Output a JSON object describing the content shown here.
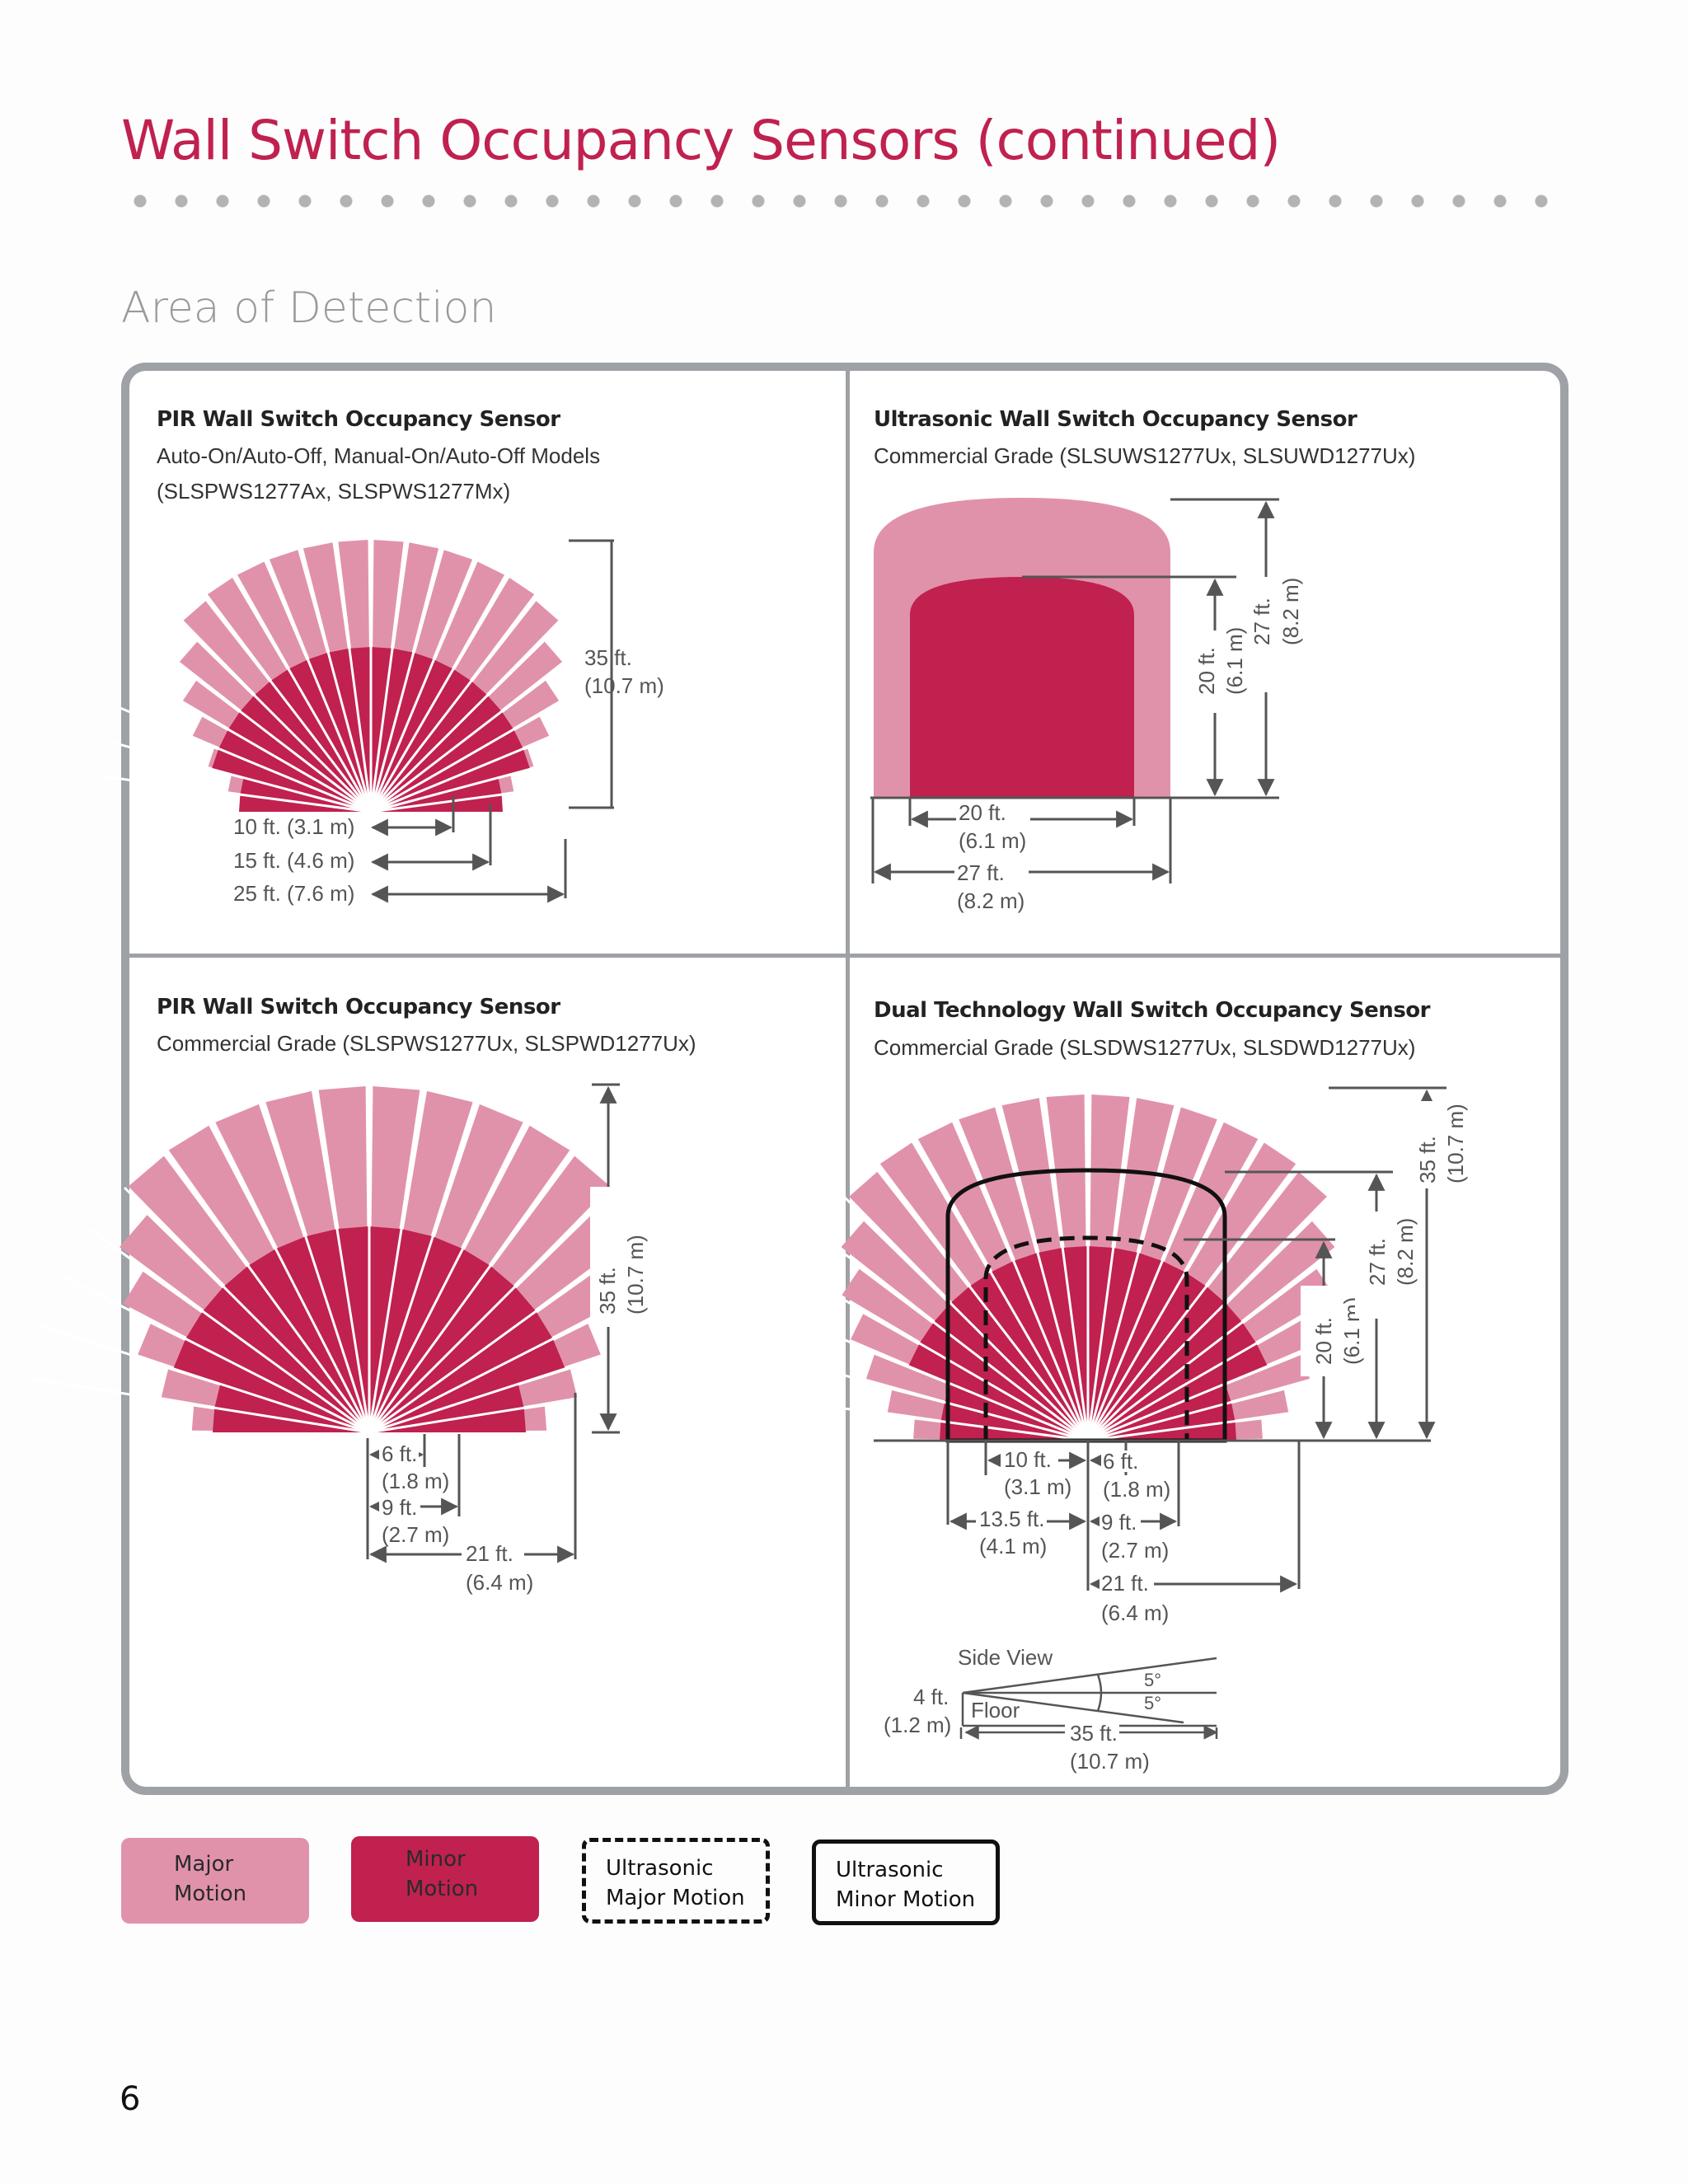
{
  "page": {
    "title": "Wall Switch Occupancy Sensors (continued)",
    "subtitle": "Area of Detection",
    "page_number": "6"
  },
  "colors": {
    "major_motion": "#e192ab",
    "minor_motion": "#c0214f",
    "title": "#c0214f",
    "frame": "#9ea1a5"
  },
  "panels": [
    {
      "heading": "PIR Wall Switch Occupancy Sensor",
      "sub1": "Auto-On/Auto-Off, Manual-On/Auto-Off Models",
      "sub2": "(SLSPWS1277Ax, SLSPWS1277Mx)",
      "labels": {
        "range_ft": "35 ft.",
        "range_m": "(10.7 m)",
        "d1": "10 ft. (3.1 m)",
        "d2": "15 ft. (4.6 m)",
        "d3": "25 ft. (7.6 m)"
      }
    },
    {
      "heading": "Ultrasonic Wall Switch Occupancy Sensor",
      "sub1": "Commercial Grade (SLSUWS1277Ux, SLSUWD1277Ux)",
      "labels": {
        "h1_ft": "20 ft.",
        "h1_m": "(6.1 m)",
        "h2_ft": "27 ft.",
        "h2_m": "(8.2 m)",
        "w1_ft": "20 ft.",
        "w1_m": "(6.1 m)",
        "w2_ft": "27 ft.",
        "w2_m": "(8.2 m)"
      }
    },
    {
      "heading": "PIR Wall Switch Occupancy Sensor",
      "sub1": "Commercial Grade (SLSPWS1277Ux, SLSPWD1277Ux)",
      "labels": {
        "range_ft": "35 ft.",
        "range_m": "(10.7 m)",
        "d1_ft": "6 ft.",
        "d1_m": "(1.8 m)",
        "d2_ft": "9 ft.",
        "d2_m": "(2.7 m)",
        "d3_ft": "21 ft.",
        "d3_m": "(6.4 m)"
      }
    },
    {
      "heading": "Dual Technology Wall Switch Occupancy Sensor",
      "sub1": "Commercial Grade (SLSDWS1277Ux, SLSDWD1277Ux)",
      "labels": {
        "h1_ft": "20 ft.",
        "h1_m": "(6.1 m)",
        "h2_ft": "27 ft.",
        "h2_m": "(8.2 m)",
        "h3_ft": "35 ft.",
        "h3_m": "(10.7 m)",
        "l1_ft": "10 ft.",
        "l1_m": "(3.1 m)",
        "l2_ft": "13.5 ft.",
        "l2_m": "(4.1 m)",
        "r1_ft": "6 ft.",
        "r1_m": "(1.8 m)",
        "r2_ft": "9 ft.",
        "r2_m": "(2.7 m)",
        "r3_ft": "21 ft.",
        "r3_m": "(6.4 m)",
        "side_view": "Side View",
        "height_ft": "4 ft.",
        "height_m": "(1.2 m)",
        "floor": "Floor",
        "angle1": "5°",
        "angle2": "5°",
        "side_range_ft": "35 ft.",
        "side_range_m": "(10.7 m)"
      }
    }
  ],
  "legend": [
    {
      "line1": "Major",
      "line2": "Motion"
    },
    {
      "line1": "Minor",
      "line2": "Motion"
    },
    {
      "line1": "Ultrasonic",
      "line2": "Major Motion"
    },
    {
      "line1": "Ultrasonic",
      "line2": "Minor Motion"
    }
  ]
}
